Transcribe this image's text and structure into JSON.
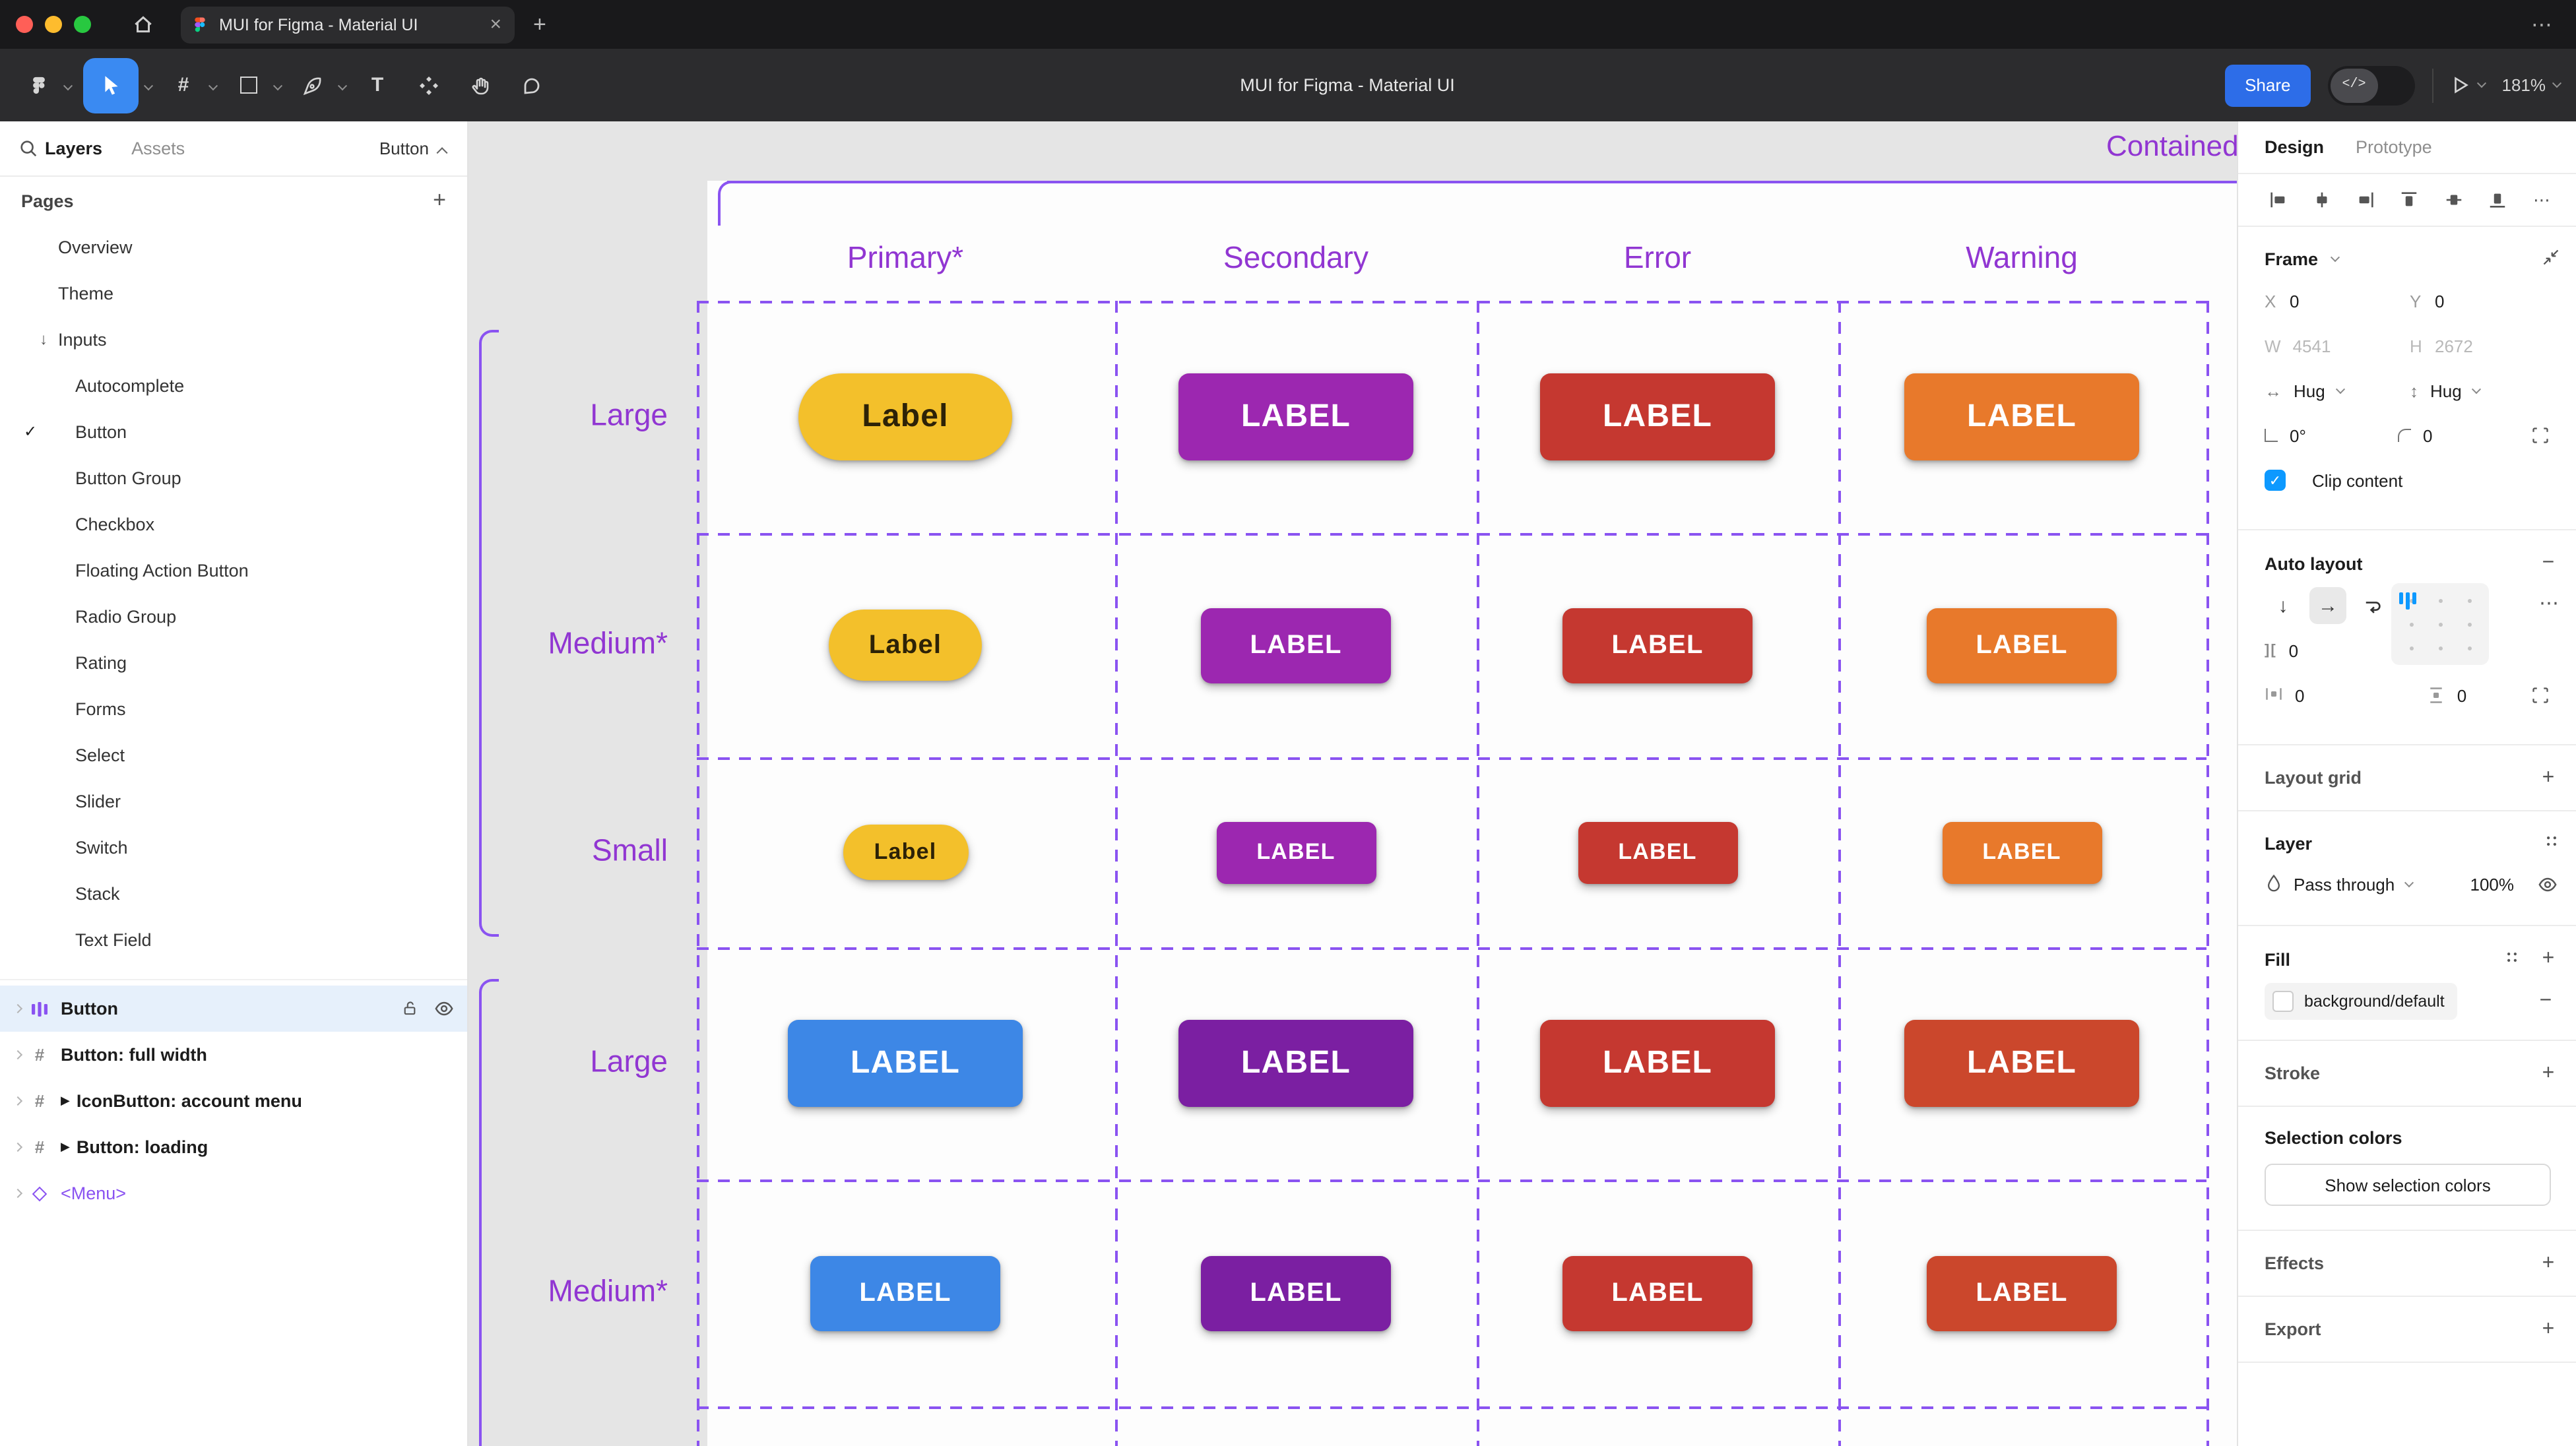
{
  "colors": {
    "selection_purple": "#8a53f1",
    "canvas_purple": "#9136d2",
    "tool_blue": "#3a8af2",
    "share_blue": "#2d6de8",
    "checkbox_blue": "#0d99ff",
    "selected_row_bg": "#e6f0fb"
  },
  "icons": {
    "check": "✓",
    "play": "▶",
    "group_arrow": "↓",
    "more": "⋯",
    "gap": "][",
    "minus": "−",
    "plus": "+",
    "close": "×",
    "down": "↓",
    "right": "→"
  },
  "chrome": {
    "tab_title": "MUI for Figma - Material UI",
    "close": "×",
    "new_tab": "+",
    "more": "⋯"
  },
  "toolbar": {
    "title": "MUI for Figma - Material UI",
    "share": "Share",
    "dev_toggle": "</>",
    "zoom": "181%"
  },
  "sidebar": {
    "tab_layers": "Layers",
    "tab_assets": "Assets",
    "page_indicator": "Button",
    "pages_header": "Pages",
    "pages": [
      {
        "label": "Overview",
        "indent": 0
      },
      {
        "label": "Theme",
        "indent": 0
      },
      {
        "label": "Inputs",
        "indent": 0,
        "group": true
      },
      {
        "label": "Autocomplete",
        "indent": 1
      },
      {
        "label": "Button",
        "indent": 1,
        "selected": true
      },
      {
        "label": "Button Group",
        "indent": 1
      },
      {
        "label": "Checkbox",
        "indent": 1
      },
      {
        "label": "Floating Action Button",
        "indent": 1
      },
      {
        "label": "Radio Group",
        "indent": 1
      },
      {
        "label": "Rating",
        "indent": 1
      },
      {
        "label": "Forms",
        "indent": 1
      },
      {
        "label": "Select",
        "indent": 1
      },
      {
        "label": "Slider",
        "indent": 1
      },
      {
        "label": "Switch",
        "indent": 1
      },
      {
        "label": "Stack",
        "indent": 1
      },
      {
        "label": "Text Field",
        "indent": 1
      }
    ],
    "layers": [
      {
        "label": "Button",
        "icon": "auto-layout",
        "selected": true
      },
      {
        "label": "Button: full width",
        "icon": "frame"
      },
      {
        "label": "IconButton: account menu",
        "icon": "frame",
        "play": true
      },
      {
        "label": "Button: loading",
        "icon": "frame",
        "play": true
      },
      {
        "label": "<Menu>",
        "icon": "instance",
        "purple": true
      }
    ]
  },
  "canvas": {
    "frame_label": "Contained",
    "columns": [
      "Primary*",
      "Secondary",
      "Error",
      "Warning"
    ],
    "rows": [
      {
        "label": "Large",
        "size": "large",
        "buttons": [
          {
            "text": "Label",
            "bg": "#f3c02b",
            "fg": "#2d2207",
            "shape": "pill"
          },
          {
            "text": "LABEL",
            "bg": "#9c27b0"
          },
          {
            "text": "LABEL",
            "bg": "#c53830"
          },
          {
            "text": "LABEL",
            "bg": "#e8792b"
          }
        ]
      },
      {
        "label": "Medium*",
        "size": "medium",
        "buttons": [
          {
            "text": "Label",
            "bg": "#f3c02b",
            "fg": "#2d2207",
            "shape": "pill"
          },
          {
            "text": "LABEL",
            "bg": "#9c27b0"
          },
          {
            "text": "LABEL",
            "bg": "#c53830"
          },
          {
            "text": "LABEL",
            "bg": "#e8792b"
          }
        ]
      },
      {
        "label": "Small",
        "size": "small",
        "buttons": [
          {
            "text": "Label",
            "bg": "#f3c02b",
            "fg": "#2d2207",
            "shape": "pill"
          },
          {
            "text": "LABEL",
            "bg": "#9c27b0"
          },
          {
            "text": "LABEL",
            "bg": "#c53830"
          },
          {
            "text": "LABEL",
            "bg": "#e8792b"
          }
        ]
      },
      {
        "label": "Large",
        "size": "large",
        "buttons": [
          {
            "text": "LABEL",
            "bg": "#3d87e6"
          },
          {
            "text": "LABEL",
            "bg": "#7b1fa2"
          },
          {
            "text": "LABEL",
            "bg": "#c53830"
          },
          {
            "text": "LABEL",
            "bg": "#cb472c"
          }
        ]
      },
      {
        "label": "Medium*",
        "size": "medium",
        "buttons": [
          {
            "text": "LABEL",
            "bg": "#3d87e6"
          },
          {
            "text": "LABEL",
            "bg": "#7b1fa2"
          },
          {
            "text": "LABEL",
            "bg": "#c53830"
          },
          {
            "text": "LABEL",
            "bg": "#cb472c"
          }
        ]
      }
    ]
  },
  "inspector": {
    "tab_design": "Design",
    "tab_prototype": "Prototype",
    "frame": {
      "header": "Frame",
      "x_label": "X",
      "x_value": "0",
      "y_label": "Y",
      "y_value": "0",
      "w_label": "W",
      "w_value": "4541",
      "h_label": "H",
      "h_value": "2672",
      "hug_h": "Hug",
      "hug_v": "Hug",
      "rotation_value": "0°",
      "radius_value": "0",
      "clip_label": "Clip content"
    },
    "auto_layout": {
      "header": "Auto layout",
      "gap_value": "0",
      "pad_h_value": "0",
      "pad_v_value": "0"
    },
    "layout_grid": {
      "header": "Layout grid"
    },
    "layer": {
      "header": "Layer",
      "blend_mode": "Pass through",
      "opacity": "100%"
    },
    "fill": {
      "header": "Fill",
      "style_name": "background/default"
    },
    "stroke": {
      "header": "Stroke"
    },
    "selection_colors": {
      "header": "Selection colors",
      "button_label": "Show selection colors"
    },
    "effects": {
      "header": "Effects"
    },
    "export": {
      "header": "Export"
    }
  }
}
